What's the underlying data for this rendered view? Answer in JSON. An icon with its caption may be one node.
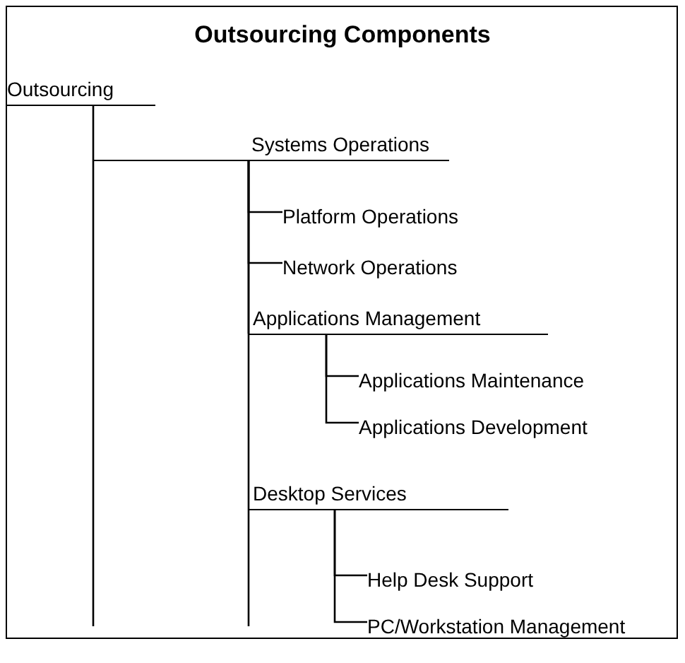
{
  "diagram": {
    "title": "Outsourcing Components",
    "nodes": [
      {
        "text": [
          "Outsourcing"
        ]
      },
      {
        "text": [
          "Systems Operations"
        ]
      },
      {
        "text": [
          "Platform Operations"
        ]
      },
      {
        "text": [
          "Network Operations"
        ]
      },
      {
        "text": [
          "Applications Management"
        ]
      },
      {
        "text": [
          "Applications Maintenance"
        ]
      },
      {
        "text": [
          "Applications Development"
        ]
      },
      {
        "text": [
          "Desktop Services"
        ]
      },
      {
        "text": [
          "Help Desk Support"
        ]
      },
      {
        "text": [
          "PC/Workstation Management"
        ]
      }
    ],
    "edges": [
      {
        "from": 0,
        "to": 1,
        "arrow": "none"
      },
      {
        "from": 1,
        "to": 2,
        "arrow": "none"
      },
      {
        "from": 1,
        "to": 3,
        "arrow": "none"
      },
      {
        "from": 1,
        "to": 4,
        "arrow": "none"
      },
      {
        "from": 4,
        "to": 5,
        "arrow": "none"
      },
      {
        "from": 4,
        "to": 6,
        "arrow": "none"
      },
      {
        "from": 1,
        "to": 7,
        "arrow": "none"
      },
      {
        "from": 7,
        "to": 8,
        "arrow": "none"
      },
      {
        "from": 7,
        "to": 9,
        "arrow": "none"
      }
    ]
  }
}
